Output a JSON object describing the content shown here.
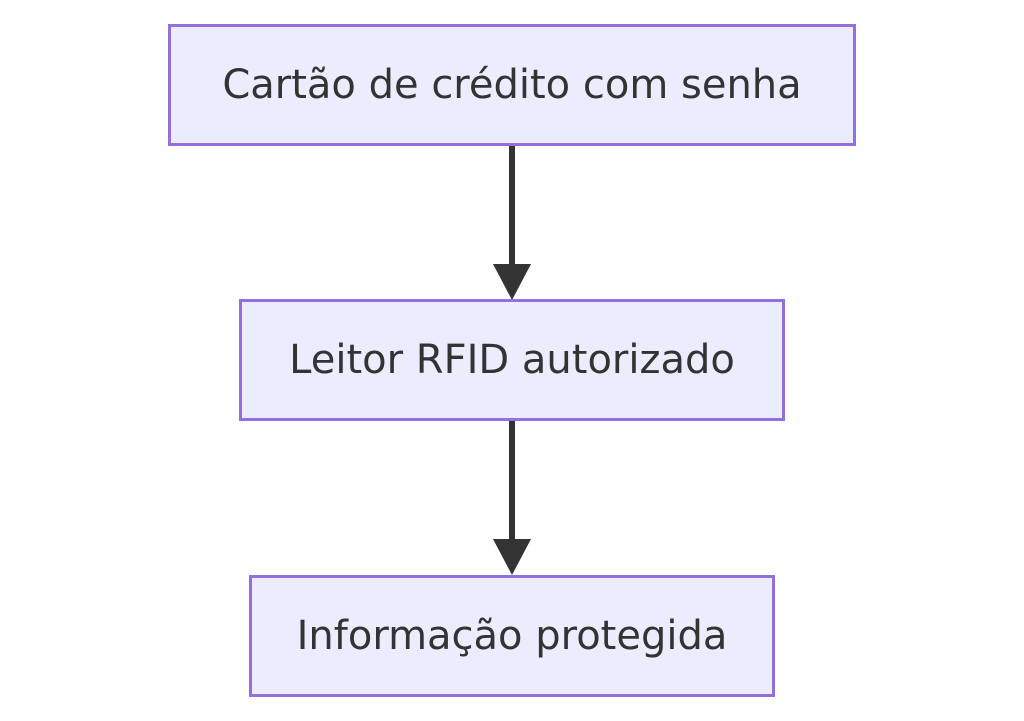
{
  "diagram": {
    "type": "flowchart",
    "direction": "top-to-bottom",
    "colors": {
      "node_fill": "#ececff",
      "node_border": "#9370db",
      "text": "#333333",
      "edge": "#333333",
      "background": "#ffffff"
    },
    "nodes": [
      {
        "id": "n1",
        "label": "Cartão de crédito com senha"
      },
      {
        "id": "n2",
        "label": "Leitor RFID autorizado"
      },
      {
        "id": "n3",
        "label": "Informação protegida"
      }
    ],
    "edges": [
      {
        "from": "n1",
        "to": "n2"
      },
      {
        "from": "n2",
        "to": "n3"
      }
    ]
  }
}
